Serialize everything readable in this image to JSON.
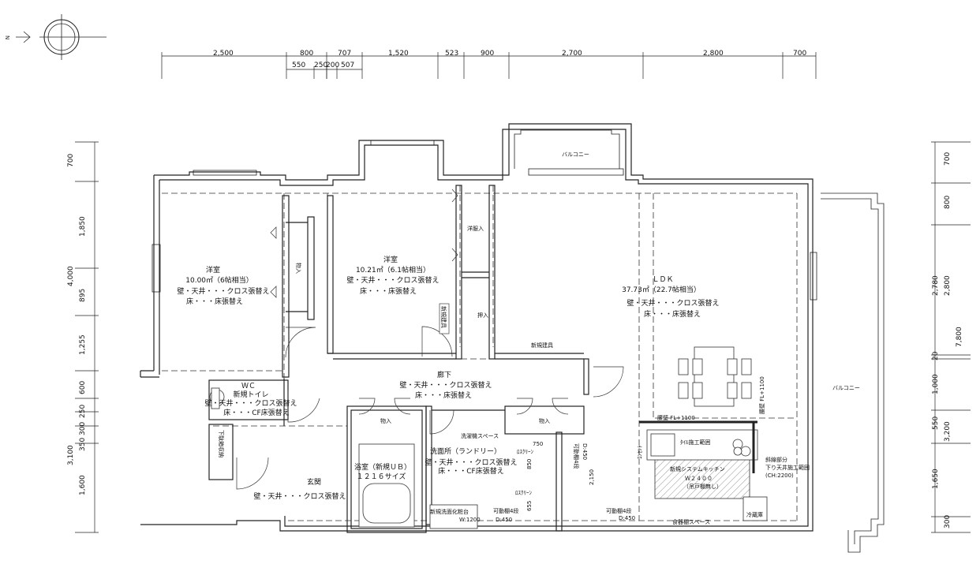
{
  "top_dimensions": [
    "2,500",
    "800",
    "707",
    "1,520",
    "523",
    "900",
    "2,700",
    "2,800",
    "700"
  ],
  "top_sub_dimensions": [
    "550",
    "250",
    "200",
    "507"
  ],
  "left_dimensions": [
    "700",
    "1,850",
    "4,000",
    "895",
    "1,255",
    "600",
    "250",
    "300",
    "350",
    "3,100",
    "1,600"
  ],
  "right_dimensions": [
    "700",
    "800",
    "2,780",
    "2,800",
    "20",
    "7,800",
    "1,000",
    "550",
    "3,200",
    "1,650",
    "300"
  ],
  "balconies": {
    "top": "バルコニー",
    "right": "バルコニー"
  },
  "rooms": {
    "room1": {
      "name": "洋室",
      "area": "10.00㎡（6帖相当）",
      "wall": "壁・天井・・・クロス張替え",
      "floor": "床・・・床張替え"
    },
    "room2": {
      "name": "洋室",
      "area": "10.21㎡（6.1帖相当）",
      "wall": "壁・天井・・・クロス張替え",
      "floor": "床・・・床張替え"
    },
    "ldk": {
      "name": "ＬＤＫ",
      "area": "37.73㎡（22.7帖相当）",
      "wall": "壁・天井・・・クロス張替え",
      "floor": "床・・・床張替え"
    },
    "hall": {
      "name": "廊下",
      "wall": "壁・天井・・・クロス張替え",
      "floor": "床・・・床張替え"
    },
    "wc": {
      "name": "ＷＣ",
      "fixture": "新規トイレ",
      "wall": "壁・天井・・・クロス張替え",
      "floor": "床・・・CF床張替え"
    },
    "laundry": {
      "name": "洗面所（ランドリー）",
      "wall": "壁・天井・・・クロス張替え",
      "floor": "床・・・CF床張替え"
    },
    "bath": {
      "name": "浴室（新規ＵＢ）",
      "size": "１２１６サイズ"
    },
    "entrance": {
      "name": "玄関",
      "wall": "壁・天井・・・クロス張替え"
    }
  },
  "labels": {
    "closet_v1": "物入",
    "closet_youfuku": "洋服入",
    "oshiire": "押入",
    "shinki_tategu_v": "新規建具",
    "shinki_tategu_h": "新規建具",
    "monoire_a": "物入",
    "monoire_b": "物入",
    "washer_space": "洗濯機スペース",
    "shoe_storage": "下駄箱収納",
    "vanity": "新規洗面化粧台",
    "vanity_width": "W:1200",
    "shelf1": "可動棚4段",
    "shelf1_depth": "D:450",
    "shelf2": "可動棚4段",
    "shelf2_depth": "D:450",
    "shelf3": "可動棚4段",
    "shelf3_depth": "D:450",
    "screen1": "ﾛｽｸﾘｰﾝ",
    "screen2": "ﾛｽｸﾘｰﾝ",
    "dim_750": "750",
    "dim_850": "850",
    "dim_655": "655",
    "dim_2150": "2,150",
    "tiles_wall": "腰壁 FL+1100",
    "tiles_wall2": "腰壁 FL+1100",
    "kitchen": "新規システムキッチン",
    "kitchen_width": "Ｗ２４００",
    "kitchen_note": "（吊戸棚無し）",
    "ceiling": "斜線部分",
    "ceiling_note": "下り天井施工範囲",
    "ceiling_height": "(CH:2200)",
    "dish_space": "食器棚スペース",
    "fridge": "冷蔵庫",
    "counter_label": "ﾀｲﾙ施工範囲",
    "outlet": "ｺﾝｾﾝﾄ"
  },
  "north_symbol": "N"
}
